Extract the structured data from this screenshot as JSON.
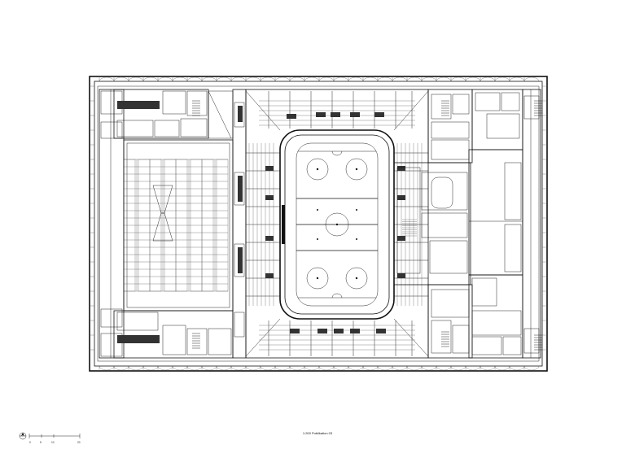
{
  "drawing": {
    "caption": "1:200 Publikation 03",
    "scale_bar": {
      "labels": [
        "0",
        "5",
        "10",
        "20"
      ]
    },
    "icons": {
      "north_arrow": "north-arrow-icon",
      "rink": "ice-rink-icon"
    },
    "colors": {
      "line": "#111111",
      "background": "#ffffff"
    }
  }
}
